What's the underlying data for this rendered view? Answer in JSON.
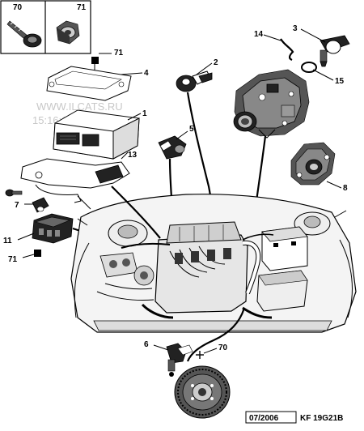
{
  "inset": {
    "left_number": "70",
    "right_number": "71"
  },
  "callouts": {
    "c14": "14",
    "c3": "3",
    "c2": "2",
    "c15": "15",
    "c71a": "71",
    "c4": "4",
    "c1": "1",
    "c5": "5",
    "c13": "13",
    "c8": "8",
    "c7": "7",
    "c11": "11",
    "c71b": "71",
    "c6": "6",
    "c70": "70"
  },
  "watermark": {
    "url": "WWW.ILCATS.RU",
    "timestamp": "15:16:15.11. 2024"
  },
  "footer": {
    "date": "07/2006",
    "code": "KF 19G21B"
  }
}
